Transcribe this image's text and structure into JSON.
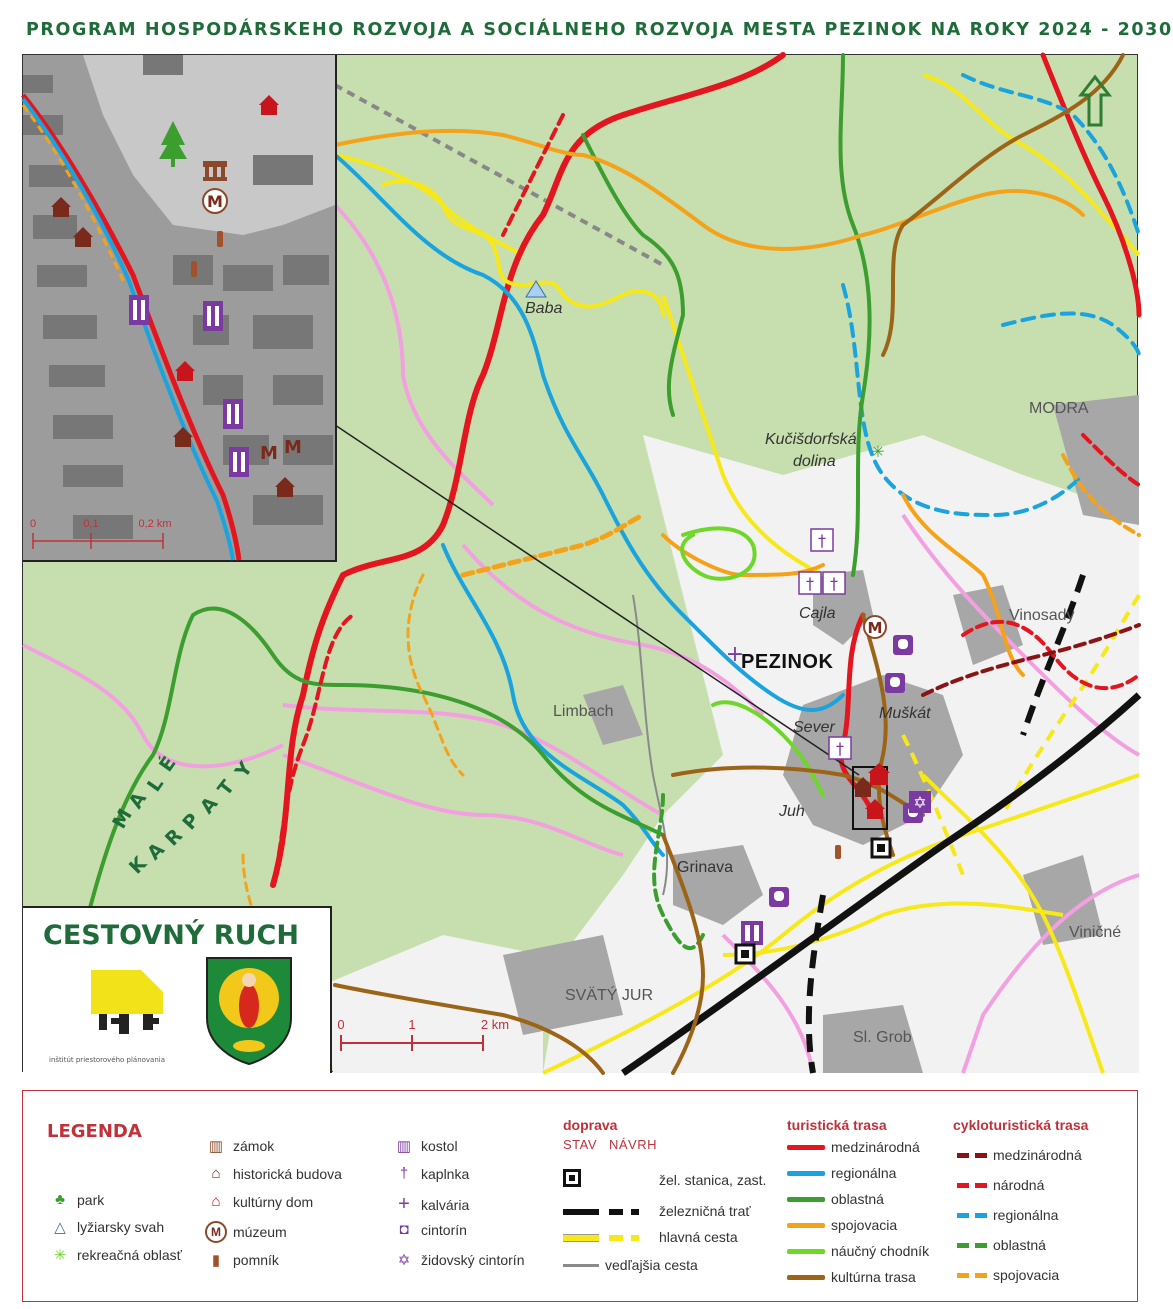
{
  "title": "PROGRAM HOSPODÁRSKEHO ROZVOJA A SOCIÁLNEHO ROZVOJA MESTA PEZINOK NA ROKY 2024 - 2030",
  "map": {
    "places": {
      "baba": "Baba",
      "kucisdorfska1": "Kučišdorfská",
      "kucisdorfska2": "dolina",
      "cajla": "Cajla",
      "pezinok": "PEZINOK",
      "sever": "Sever",
      "muskat": "Muškát",
      "juh": "Juh",
      "grinava": "Grinava",
      "limbach": "Limbach",
      "modra": "MODRA",
      "vinosady": "Vinosady",
      "vinicne": "Viničné",
      "svaty_jur": "SVÄTÝ JUR",
      "sl_grob": "Sl. Grob"
    },
    "range_label": [
      "M",
      "A",
      "L",
      "É",
      " ",
      "K",
      "A",
      "R",
      "P",
      "A",
      "T",
      "Y"
    ],
    "scale": {
      "t0": "0",
      "t1": "1",
      "t2": "2 km"
    },
    "inset_scale": {
      "t0": "0",
      "t1": "0,1",
      "t2": "0,2 km"
    }
  },
  "brand": {
    "title": "CESTOVNÝ RUCH",
    "ipp_text": "inštitút  priestorového  plánovania"
  },
  "legend": {
    "title": "LEGENDA",
    "col1": [
      {
        "icon": "park-icon",
        "label": "park"
      },
      {
        "icon": "ski-slope-icon",
        "label": "lyžiarsky svah"
      },
      {
        "icon": "recreation-icon",
        "label": "rekreačná oblasť"
      }
    ],
    "col2": [
      {
        "icon": "castle-icon",
        "label": "zámok"
      },
      {
        "icon": "historic-building-icon",
        "label": "historická budova"
      },
      {
        "icon": "culture-house-icon",
        "label": "kultúrny dom"
      },
      {
        "icon": "museum-icon",
        "label": "múzeum"
      },
      {
        "icon": "monument-icon",
        "label": "pomník"
      }
    ],
    "col3": [
      {
        "icon": "church-icon",
        "label": "kostol"
      },
      {
        "icon": "chapel-icon",
        "label": "kaplnka"
      },
      {
        "icon": "calvary-icon",
        "label": "kalvária"
      },
      {
        "icon": "cemetery-icon",
        "label": "cintorín"
      },
      {
        "icon": "jewish-cemetery-icon",
        "label": "židovský cintorín"
      }
    ],
    "transport": {
      "head": "doprava",
      "stav": "STAV",
      "navrh": "NÁVRH",
      "items": [
        {
          "label": "žel. stanica, zast."
        },
        {
          "label": "železničná trať"
        },
        {
          "label": "hlavná cesta"
        },
        {
          "label": "vedľajšia cesta"
        }
      ]
    },
    "tourist": {
      "head": "turistická trasa",
      "items": [
        {
          "label": "medzinárodná",
          "color": "#e3161f"
        },
        {
          "label": "regionálna",
          "color": "#1aa3dc"
        },
        {
          "label": "oblastná",
          "color": "#3c9e2f"
        },
        {
          "label": "spojovacia",
          "color": "#f5a21b"
        },
        {
          "label": "náučný chodník",
          "color": "#6fd62a"
        },
        {
          "label": "kultúrna trasa",
          "color": "#9c6417"
        }
      ]
    },
    "cyclo": {
      "head": "cykloturistická trasa",
      "items": [
        {
          "label": "medzinárodná",
          "color": "#8a1414"
        },
        {
          "label": "národná",
          "color": "#e3161f"
        },
        {
          "label": "regionálna",
          "color": "#1aa3dc"
        },
        {
          "label": "oblastná",
          "color": "#3c9e2f"
        },
        {
          "label": "spojovacia",
          "color": "#f5a21b"
        }
      ]
    }
  },
  "colors": {
    "title_green": "#1f6b3a",
    "legend_red": "#c0313a",
    "forest": "#c7dfaf",
    "urban": "#a7a7a7",
    "open_land": "#f2f2f2"
  }
}
